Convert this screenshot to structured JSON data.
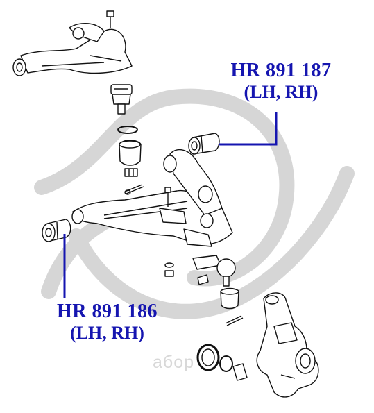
{
  "labels": {
    "upper_bushing": {
      "part_number": "HR 891 187",
      "side": "(LH, RH)"
    },
    "lower_bushing": {
      "part_number": "HR 891 186",
      "side": "(LH, RH)"
    }
  },
  "watermark": {
    "text": "aбop"
  },
  "colors": {
    "accent": "#1515b0",
    "line": "#111111",
    "watermark": "#d9d9d9"
  }
}
